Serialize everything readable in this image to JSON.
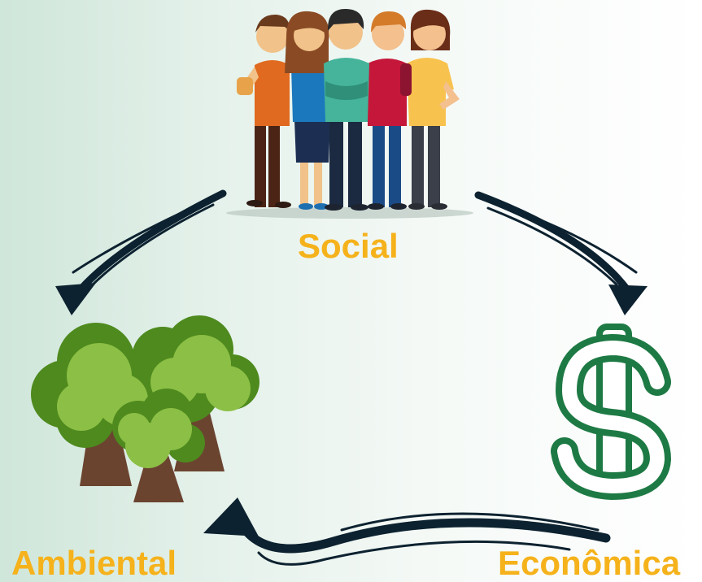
{
  "labels": {
    "social": "Social",
    "ambiental": "Ambiental",
    "economica": "Econômica"
  },
  "colors": {
    "label": "#f5b21b",
    "arrow": "#0d2230",
    "dollar": "#1e7a44",
    "tree_dark": "#4e8a1e",
    "tree_light": "#8cbf45",
    "trunk": "#6b4430",
    "background_left": "#cfe6da",
    "background_right": "#ffffff"
  },
  "icons": {
    "people": "group-of-people-icon",
    "trees": "forest-trees-icon",
    "money": "dollar-sign-icon"
  }
}
